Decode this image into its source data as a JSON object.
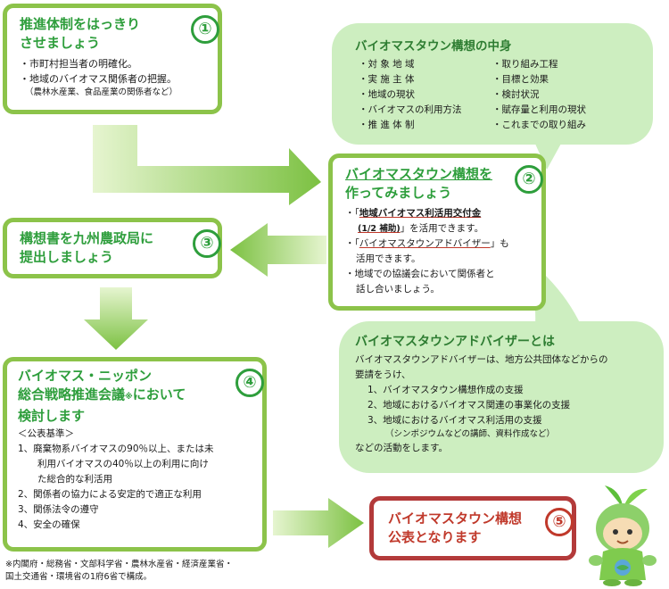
{
  "step1": {
    "number": "①",
    "title_line1": "推進体制をはっきり",
    "title_line2": "させましょう",
    "items": [
      "・市町村担当者の明確化。",
      "・地域のバイオマス関係者の把握。"
    ],
    "note": "（農林水産業、食品産業の関係者など）"
  },
  "contents_bubble": {
    "title": "バイオマスタウン構想の中身",
    "col1": [
      "・対 象 地 域",
      "・実 施 主 体",
      "・地域の現状",
      "・バイオマスの利用方法",
      "・推 進 体 制"
    ],
    "col2": [
      "・取り組み工程",
      "・目標と効果",
      "・検討状況",
      "・賦存量と利用の現状",
      "・これまでの取り組み"
    ]
  },
  "step2": {
    "number": "②",
    "title_line1": "バイオマスタウン構想を",
    "title_line2": "作ってみましょう",
    "item1_pre": "・「",
    "item1_link": "地域バイオマス利活用交付金",
    "item1_sub": "(1/2 補助)",
    "item1_post": "」を活用できます。",
    "item2_pre": "・「",
    "item2_link": "バイオマスタウンアドバイザー",
    "item2_post": "」も",
    "item2_cont": "活用できます。",
    "item3": "・地域での協議会において関係者と",
    "item3_cont": "話し合いましょう。"
  },
  "step3": {
    "number": "③",
    "title_line1": "構想書を九州農政局に",
    "title_line2": "提出しましょう"
  },
  "advisor_bubble": {
    "title": "バイオマスタウンアドバイザーとは",
    "intro1": "バイオマスタウンアドバイザーは、地方公共団体などからの",
    "intro2": "要請をうけ、",
    "items": [
      "1、バイオマスタウン構想作成の支援",
      "2、地域におけるバイオマス関連の事業化の支援",
      "3、地域におけるバイオマス利活用の支援"
    ],
    "note": "（シンポジウムなどの講師、資料作成など）",
    "outro": "などの活動をします。"
  },
  "step4": {
    "number": "④",
    "title_line1": "バイオマス・ニッポン",
    "title_line2a": "総合戦略推進会議",
    "title_mark": "※",
    "title_line2b": "において",
    "title_line3": "検討します",
    "criteria_heading": "＜公表基準＞",
    "criteria": [
      "1、廃棄物系バイオマスの90％以上、または未",
      "利用バイオマスの40％以上の利用に向け",
      "た総合的な利活用",
      "2、関係者の協力による安定的で適正な利用",
      "3、関係法令の遵守",
      "4、安全の確保"
    ]
  },
  "footnote": {
    "line1": "※内閣府・総務省・文部科学省・農林水産省・経済産業省・",
    "line2": "国土交通省・環境省の1府6省で構成。"
  },
  "step5": {
    "number": "⑤",
    "title_line1": "バイオマスタウン構想",
    "title_line2": "公表となります"
  },
  "colors": {
    "accent_green": "#8cc34a",
    "title_green": "#2e9e3c",
    "bubble_green": "#cdeec0",
    "final_red": "#c0392b"
  }
}
